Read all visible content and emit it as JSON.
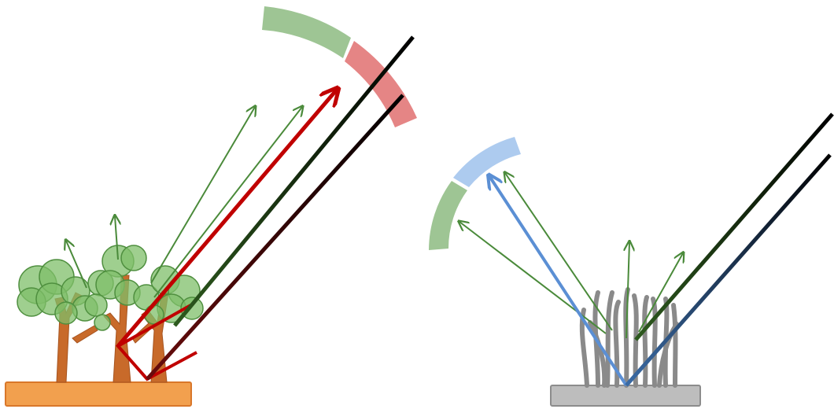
{
  "diagram": {
    "panels": [
      {
        "id": "forest",
        "ground": "orange-ground-block",
        "scatter_arcs": [
          "green",
          "red"
        ]
      },
      {
        "id": "grass",
        "ground": "gray-ground-block",
        "scatter_arcs": [
          "green",
          "blue"
        ]
      }
    ]
  },
  "colors": {
    "orange_ground": "#f2a04e",
    "orange_ground_border": "#d9772a",
    "gray_ground": "#bdbdbd",
    "gray_ground_border": "#8c8c8c",
    "arc_green": "#94bf88",
    "arc_red": "#e07070",
    "arc_blue": "#a9c8ee",
    "scatter_arrow_green": "#4a8a3a",
    "red_beam": "#c00000",
    "blue_beam": "#5b8fd4",
    "incoming_black": "#000000",
    "dark_green": "#2d5a1e",
    "dark_red": "#5a0c0c",
    "dark_blue": "#1e3a6a",
    "tree_trunk": "#c86a2a",
    "tree_leaf": "#7fbf6a",
    "tree_leaf_border": "#4f8f3f",
    "grass_blade": "#8a8a8a"
  }
}
